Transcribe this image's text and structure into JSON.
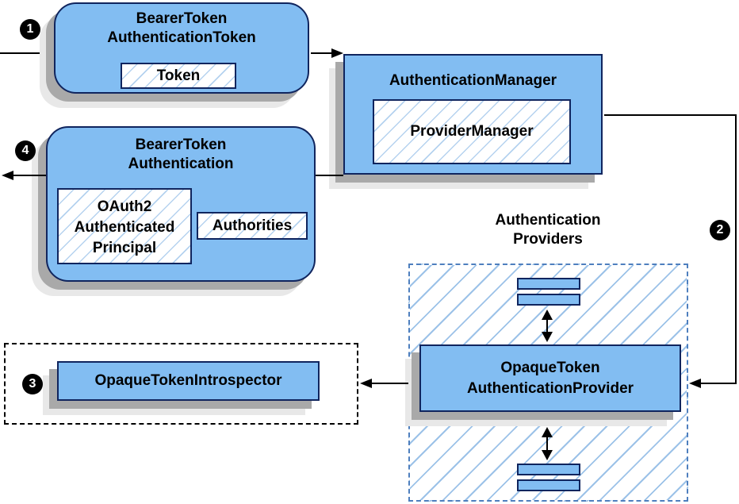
{
  "colors": {
    "box_fill": "#82bdf2",
    "box_border": "#10255e",
    "hatch_line": "#9cc2e8",
    "hatch_inner": "#b5d2ef",
    "providers_border": "#4e7fbe",
    "shadow_dark": "#a9a9a9",
    "shadow_light": "#e8e8e8",
    "arrow": "#000000",
    "step_bg": "#000000",
    "step_fg": "#ffffff"
  },
  "steps": {
    "one": "1",
    "two": "2",
    "three": "3",
    "four": "4"
  },
  "nodes": {
    "btat": {
      "line1": "BearerToken",
      "line2": "AuthenticationToken",
      "token": "Token"
    },
    "manager": {
      "title": "AuthenticationManager",
      "inner": "ProviderManager"
    },
    "bta": {
      "line1": "BearerToken",
      "line2": "Authentication",
      "principal1": "OAuth2",
      "principal2": "Authenticated",
      "principal3": "Principal",
      "authorities": "Authorities"
    },
    "introspector": {
      "title": "OpaqueTokenIntrospector"
    },
    "providers_zone": {
      "label1": "Authentication",
      "label2": "Providers"
    },
    "provider": {
      "line1": "OpaqueToken",
      "line2": "AuthenticationProvider"
    }
  }
}
